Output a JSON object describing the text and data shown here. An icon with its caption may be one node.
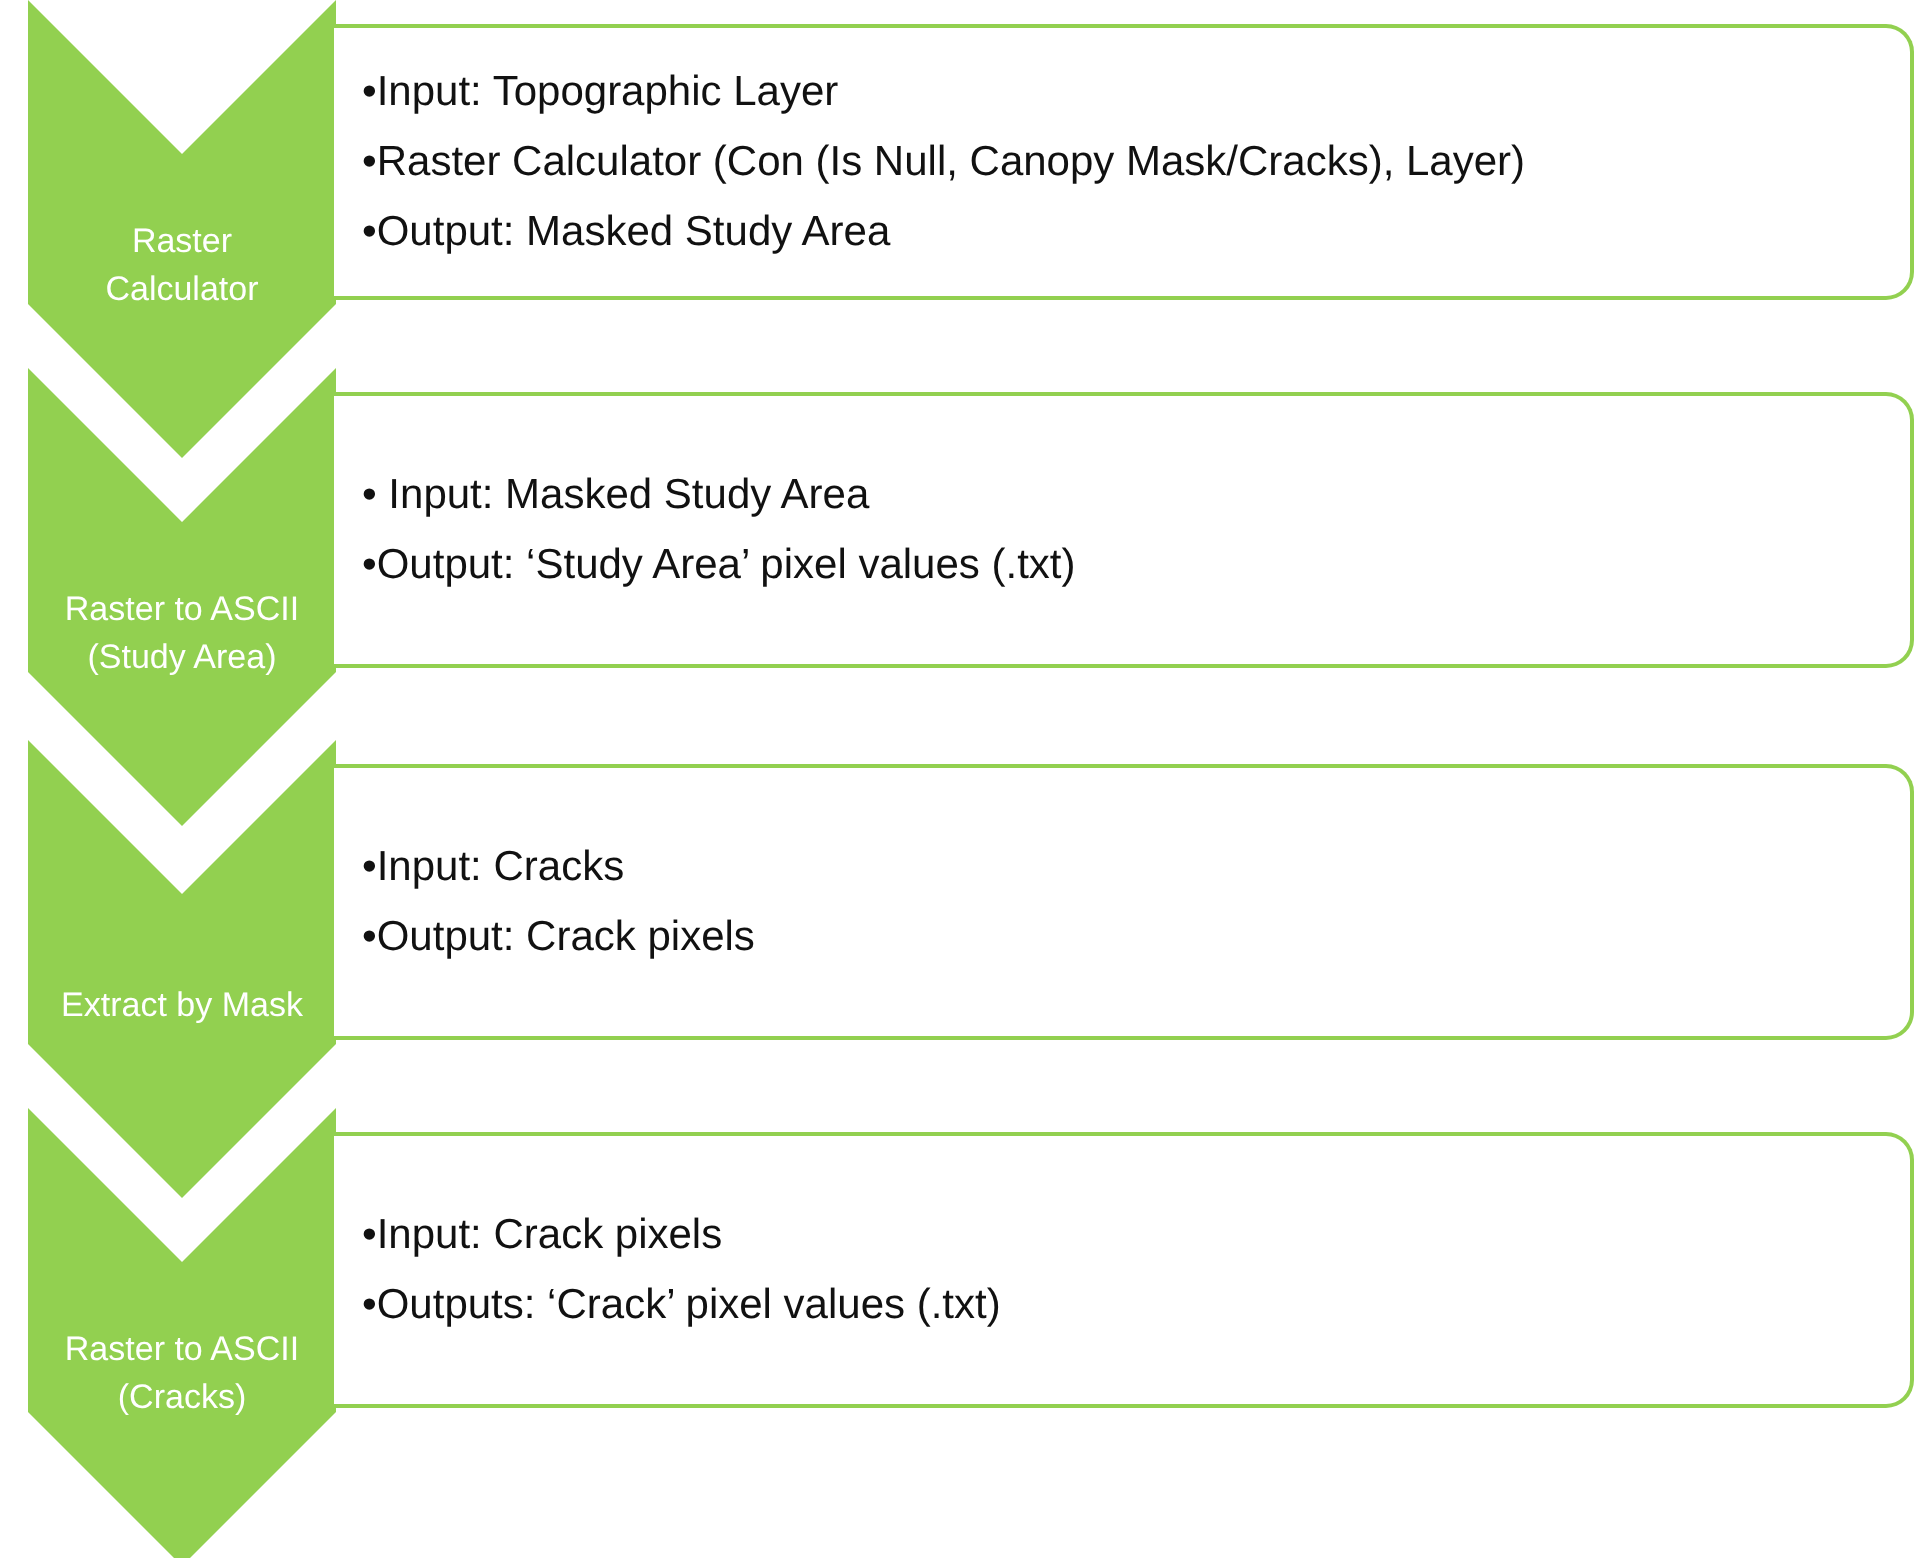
{
  "diagram": {
    "nodes": [
      {
        "text": [
          "Raster Calculator"
        ]
      },
      {
        "text": [
          "•Input: Topographic Layer",
          "•Raster Calculator (Con (Is Null, Canopy Mask/Cracks), Layer)",
          "•Output: Masked Study Area"
        ]
      },
      {
        "text": [
          "Raster to ASCII (Study Area)"
        ]
      },
      {
        "text": [
          "• Input: Masked Study Area",
          "•Output: ‘Study Area’ pixel values (.txt)"
        ]
      },
      {
        "text": [
          "Extract by Mask"
        ]
      },
      {
        "text": [
          "•Input: Cracks",
          "•Output: Crack pixels"
        ]
      },
      {
        "text": [
          "Raster to ASCII (Cracks)"
        ]
      },
      {
        "text": [
          "•Input: Crack pixels",
          "•Outputs: ‘Crack’ pixel values (.txt)"
        ]
      }
    ]
  }
}
